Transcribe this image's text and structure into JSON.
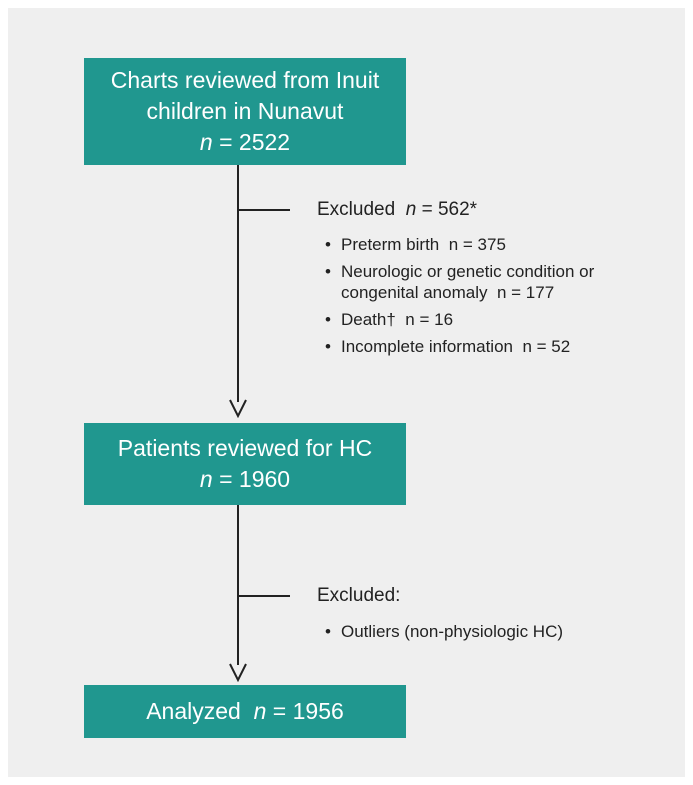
{
  "boxes": {
    "charts": {
      "line1": "Charts reviewed from Inuit",
      "line2": "children in Nunavut",
      "n_label": "n",
      "n_value": "= 2522"
    },
    "patients": {
      "line1": "Patients reviewed for HC",
      "n_label": "n",
      "n_value": "= 1960"
    },
    "analyzed": {
      "text": "Analyzed",
      "n_label": "n",
      "n_value": "= 1956"
    }
  },
  "exclusion1": {
    "title": "Excluded",
    "n_label": "n",
    "n_value": "= 562*",
    "items": [
      {
        "text": "Preterm birth",
        "n_label": "n",
        "n_value": "= 375"
      },
      {
        "text": "Neurologic or genetic condition or",
        "text2": "congenital anomaly",
        "n_label": "n",
        "n_value": "= 177"
      },
      {
        "text": "Death†",
        "n_label": "n",
        "n_value": "= 16"
      },
      {
        "text": "Incomplete information",
        "n_label": "n",
        "n_value": "= 52"
      }
    ]
  },
  "exclusion2": {
    "title": "Excluded:",
    "items": [
      {
        "text": "Outliers (non-physiologic HC)"
      }
    ]
  },
  "colors": {
    "box_fill": "#20978f",
    "box_text": "#ffffff",
    "background": "#efefef",
    "line": "#222222"
  }
}
